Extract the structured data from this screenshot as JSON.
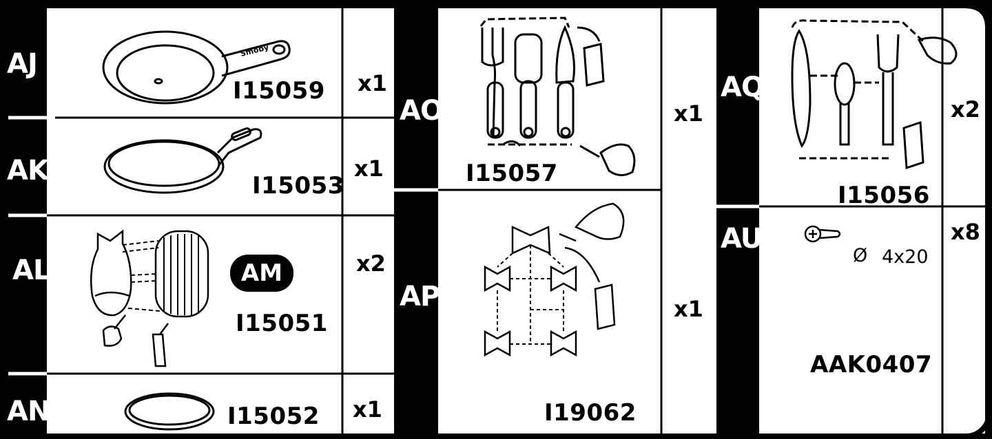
{
  "parts": [
    {
      "label": "AJ",
      "code": "I15059",
      "qty": "x1",
      "desc": "frying-pan"
    },
    {
      "label": "AK",
      "code": "I15053",
      "qty": "x1",
      "desc": "crepe-pan"
    },
    {
      "label": "AL",
      "code": "I15051",
      "qty": "x2",
      "sub_label": "AM",
      "desc": "fish-and-grill"
    },
    {
      "label": "AN",
      "code": "I15052",
      "qty": "x1",
      "desc": "oval-lid"
    },
    {
      "label": "AO",
      "code": "I15057",
      "qty": "x1",
      "desc": "utensils-sprue"
    },
    {
      "label": "AP",
      "code": "I19062",
      "qty": "x1",
      "desc": "bowtie-pasta-sprue"
    },
    {
      "label": "AQ",
      "code": "I15056",
      "qty": "x2",
      "desc": "cutlery-sprue"
    },
    {
      "label": "AU",
      "code": "AAK0407",
      "qty": "x8",
      "dimension": "4x20",
      "dimension_symbol": "Ø",
      "desc": "screw"
    }
  ],
  "pan_brand_text": "Smoby"
}
